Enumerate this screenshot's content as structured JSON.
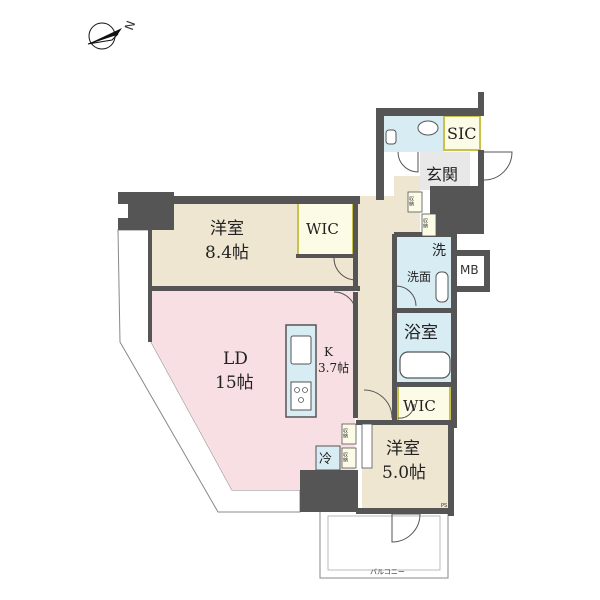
{
  "compass": {
    "label": "N",
    "icon": "north-arrow-icon"
  },
  "rooms": {
    "western_room_1": {
      "name": "洋室",
      "size": "8.4帖"
    },
    "wic_1": {
      "name": "WIC"
    },
    "ld": {
      "name": "LD",
      "size": "15帖"
    },
    "kitchen": {
      "name": "K",
      "size": "3.7帖"
    },
    "sic": {
      "name": "SIC"
    },
    "entrance": {
      "name": "玄関"
    },
    "laundry": {
      "name": "洗"
    },
    "washroom": {
      "name": "洗面"
    },
    "mb": {
      "name": "MB"
    },
    "bathroom": {
      "name": "浴室"
    },
    "wic_2": {
      "name": "WIC"
    },
    "western_room_2": {
      "name": "洋室",
      "size": "5.0帖"
    },
    "fridge": {
      "name": "冷"
    },
    "ps": {
      "name": "PS"
    },
    "balcony": {
      "name": "バルコニー"
    }
  },
  "storage_label": "収納",
  "colors": {
    "wall": "#555555",
    "ld_floor": "#f8dfe4",
    "room_floor": "#efe6d2",
    "wet_area": "#d8ecf4",
    "wic_floor": "#fbfbe6",
    "wic_border": "#c9c24a",
    "entrance_floor": "#e8e8e8"
  }
}
